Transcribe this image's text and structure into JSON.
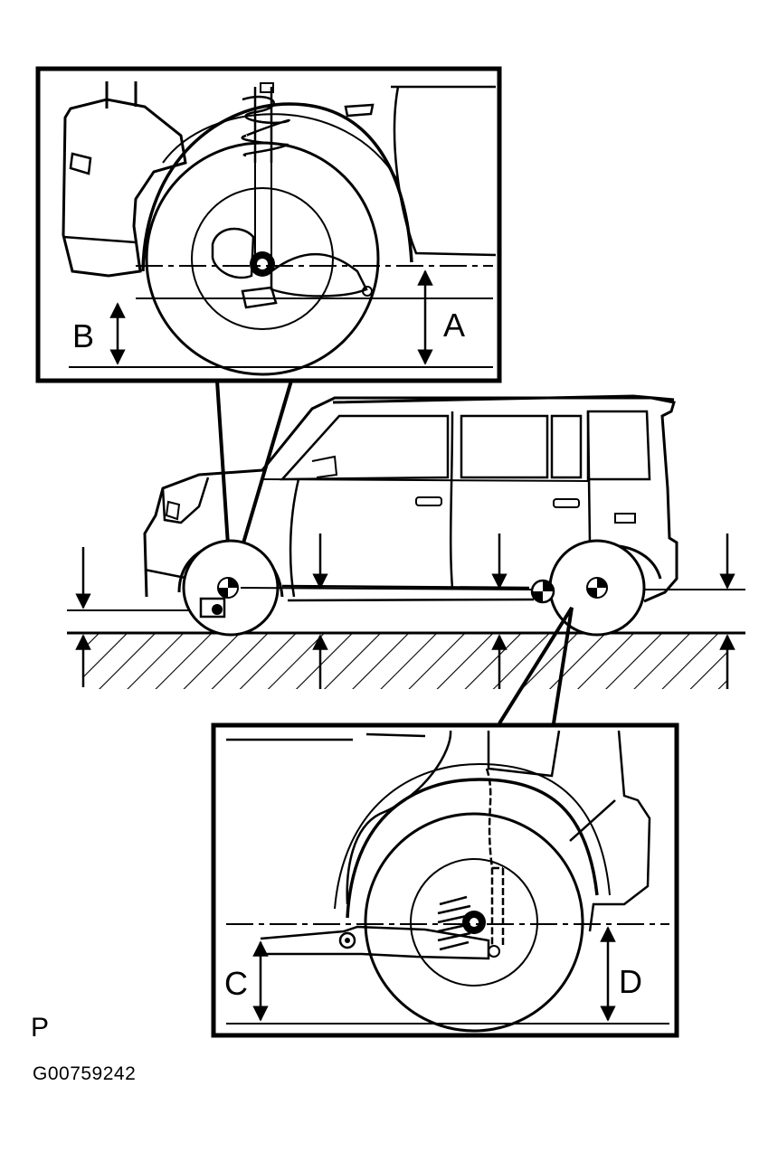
{
  "labels": {
    "a": "A",
    "b": "B",
    "c": "C",
    "d": "D"
  },
  "caption": {
    "view_code": "P",
    "figure_id": "G00759242"
  },
  "colors": {
    "ink": "#000000",
    "paper": "#ffffff"
  }
}
